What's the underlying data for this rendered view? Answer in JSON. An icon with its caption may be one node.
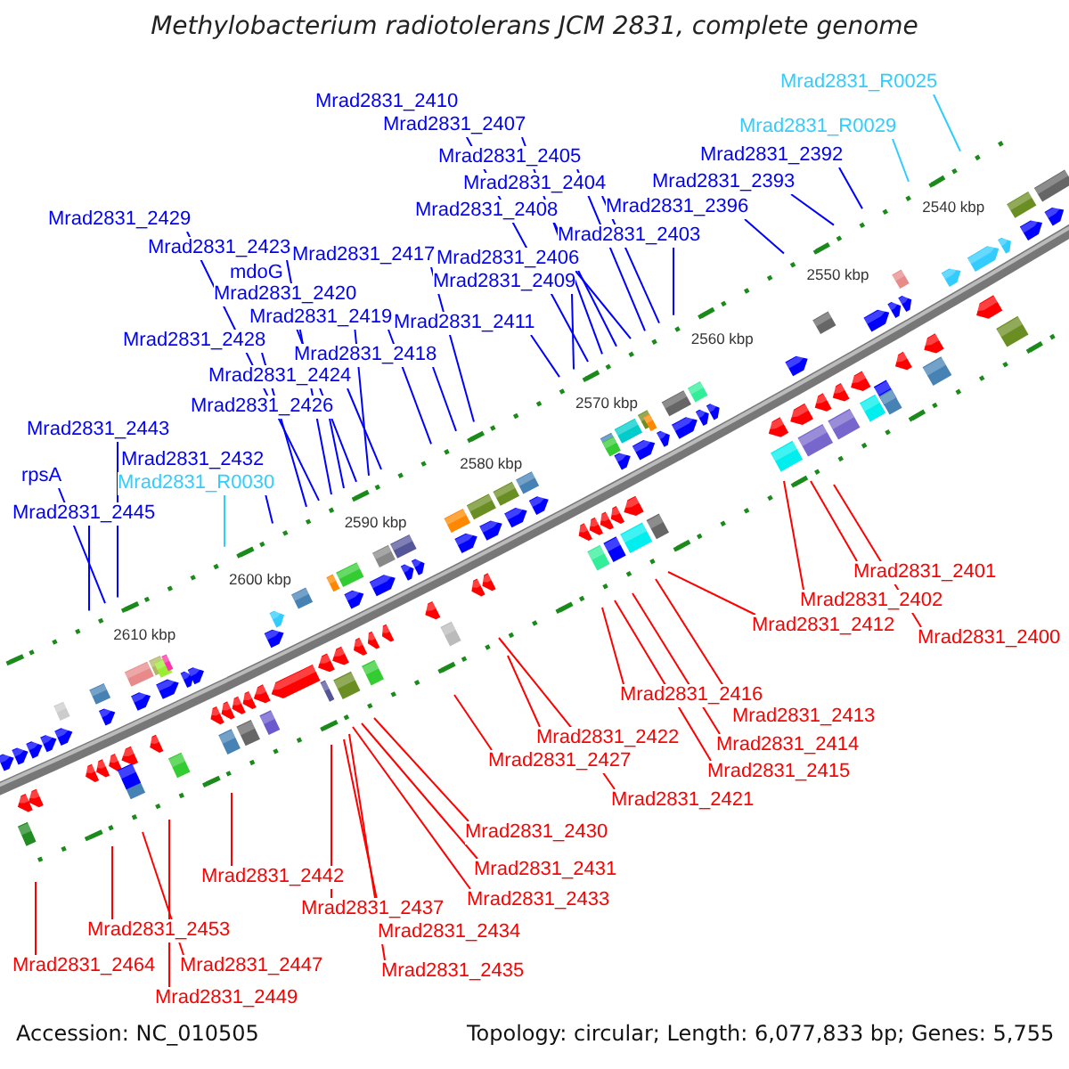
{
  "diagram": {
    "title": "Methylobacterium radiotolerans JCM 2831, complete genome",
    "nodes": [
      {
        "text": [
          "Mrad2831_R0025"
        ]
      },
      {
        "text": [
          "Mrad2831_2410"
        ]
      },
      {
        "text": [
          "Mrad2831_2407"
        ]
      },
      {
        "text": [
          "Mrad2831_R0029"
        ]
      },
      {
        "text": [
          "Mrad2831_2392"
        ]
      },
      {
        "text": [
          "Mrad2831_2405"
        ]
      },
      {
        "text": [
          "Mrad2831_2393"
        ]
      },
      {
        "text": [
          "Mrad2831_2404"
        ]
      },
      {
        "text": [
          "Mrad2831_2396"
        ]
      },
      {
        "text": [
          "Mrad2831_2408"
        ]
      },
      {
        "text": [
          "Mrad2831_2429"
        ]
      },
      {
        "text": [
          "Mrad2831_2403"
        ]
      },
      {
        "text": [
          "Mrad2831_2423"
        ]
      },
      {
        "text": [
          "Mrad2831_2417"
        ]
      },
      {
        "text": [
          "mdoG"
        ]
      },
      {
        "text": [
          "Mrad2831_2406"
        ]
      },
      {
        "text": [
          "Mrad2831_2409"
        ]
      },
      {
        "text": [
          "Mrad2831_2420"
        ]
      },
      {
        "text": [
          "Mrad2831_2419"
        ]
      },
      {
        "text": [
          "Mrad2831_2411"
        ]
      },
      {
        "text": [
          "Mrad2831_2428"
        ]
      },
      {
        "text": [
          "Mrad2831_2418"
        ]
      },
      {
        "text": [
          "Mrad2831_2424"
        ]
      },
      {
        "text": [
          "Mrad2831_2426"
        ]
      },
      {
        "text": [
          "Mrad2831_2443"
        ]
      },
      {
        "text": [
          "Mrad2831_2432"
        ]
      },
      {
        "text": [
          "rpsA"
        ]
      },
      {
        "text": [
          "Mrad2831_R0030"
        ]
      },
      {
        "text": [
          "Mrad2831_2445"
        ]
      },
      {
        "text": [
          "Mrad2831_2401"
        ]
      },
      {
        "text": [
          "Mrad2831_2402"
        ]
      },
      {
        "text": [
          "Mrad2831_2412"
        ]
      },
      {
        "text": [
          "Mrad2831_2400"
        ]
      },
      {
        "text": [
          "Mrad2831_2416"
        ]
      },
      {
        "text": [
          "Mrad2831_2413"
        ]
      },
      {
        "text": [
          "Mrad2831_2422"
        ]
      },
      {
        "text": [
          "Mrad2831_2414"
        ]
      },
      {
        "text": [
          "Mrad2831_2427"
        ]
      },
      {
        "text": [
          "Mrad2831_2415"
        ]
      },
      {
        "text": [
          "Mrad2831_2421"
        ]
      },
      {
        "text": [
          "Mrad2831_2430"
        ]
      },
      {
        "text": [
          "Mrad2831_2431"
        ]
      },
      {
        "text": [
          "Mrad2831_2442"
        ]
      },
      {
        "text": [
          "Mrad2831_2433"
        ]
      },
      {
        "text": [
          "Mrad2831_2437"
        ]
      },
      {
        "text": [
          "Mrad2831_2453"
        ]
      },
      {
        "text": [
          "Mrad2831_2434"
        ]
      },
      {
        "text": [
          "Mrad2831_2464"
        ]
      },
      {
        "text": [
          "Mrad2831_2447"
        ]
      },
      {
        "text": [
          "Mrad2831_2435"
        ]
      },
      {
        "text": [
          "Mrad2831_2449"
        ]
      }
    ],
    "edges": [
      {
        "from": 0,
        "to": null,
        "arrow": "none",
        "color": "#33ccff"
      },
      {
        "from": 1,
        "to": null,
        "arrow": "none"
      },
      {
        "from": 2,
        "to": null,
        "arrow": "none"
      },
      {
        "from": 3,
        "to": null,
        "arrow": "none",
        "color": "#33ccff"
      },
      {
        "from": 4,
        "to": null,
        "arrow": "none"
      },
      {
        "from": 5,
        "to": null,
        "arrow": "none"
      },
      {
        "from": 6,
        "to": null,
        "arrow": "none"
      },
      {
        "from": 7,
        "to": null,
        "arrow": "none"
      },
      {
        "from": 8,
        "to": null,
        "arrow": "none"
      },
      {
        "from": 9,
        "to": null,
        "arrow": "none"
      },
      {
        "from": 10,
        "to": null,
        "arrow": "none"
      },
      {
        "from": 11,
        "to": null,
        "arrow": "none"
      },
      {
        "from": 12,
        "to": null,
        "arrow": "none"
      },
      {
        "from": 13,
        "to": null,
        "arrow": "none"
      },
      {
        "from": 14,
        "to": null,
        "arrow": "none"
      },
      {
        "from": 15,
        "to": null,
        "arrow": "none"
      },
      {
        "from": 16,
        "to": null,
        "arrow": "none"
      },
      {
        "from": 17,
        "to": null,
        "arrow": "none"
      },
      {
        "from": 18,
        "to": null,
        "arrow": "none"
      },
      {
        "from": 19,
        "to": null,
        "arrow": "none"
      },
      {
        "from": 20,
        "to": null,
        "arrow": "none"
      },
      {
        "from": 21,
        "to": null,
        "arrow": "none"
      },
      {
        "from": 22,
        "to": null,
        "arrow": "none"
      },
      {
        "from": 23,
        "to": null,
        "arrow": "none"
      },
      {
        "from": 24,
        "to": null,
        "arrow": "none"
      },
      {
        "from": 25,
        "to": null,
        "arrow": "none"
      },
      {
        "from": 26,
        "to": null,
        "arrow": "none"
      },
      {
        "from": 27,
        "to": null,
        "arrow": "none",
        "color": "#33ccff"
      },
      {
        "from": 28,
        "to": null,
        "arrow": "none"
      },
      {
        "from": 29,
        "to": null,
        "arrow": "none",
        "color": "#ff0000"
      },
      {
        "from": 30,
        "to": null,
        "arrow": "none",
        "color": "#ff0000"
      },
      {
        "from": 31,
        "to": null,
        "arrow": "none",
        "color": "#ff0000"
      },
      {
        "from": 32,
        "to": null,
        "arrow": "none",
        "color": "#ff0000"
      },
      {
        "from": 33,
        "to": null,
        "arrow": "none",
        "color": "#ff0000"
      },
      {
        "from": 34,
        "to": null,
        "arrow": "none",
        "color": "#ff0000"
      },
      {
        "from": 35,
        "to": null,
        "arrow": "none",
        "color": "#ff0000"
      },
      {
        "from": 36,
        "to": null,
        "arrow": "none",
        "color": "#ff0000"
      },
      {
        "from": 37,
        "to": null,
        "arrow": "none",
        "color": "#ff0000"
      },
      {
        "from": 38,
        "to": null,
        "arrow": "none",
        "color": "#ff0000"
      },
      {
        "from": 39,
        "to": null,
        "arrow": "none",
        "color": "#ff0000"
      },
      {
        "from": 40,
        "to": null,
        "arrow": "none",
        "color": "#ff0000"
      },
      {
        "from": 41,
        "to": null,
        "arrow": "none",
        "color": "#ff0000"
      },
      {
        "from": 42,
        "to": null,
        "arrow": "none",
        "color": "#ff0000"
      },
      {
        "from": 43,
        "to": null,
        "arrow": "none",
        "color": "#ff0000"
      },
      {
        "from": 44,
        "to": null,
        "arrow": "none",
        "color": "#ff0000"
      },
      {
        "from": 45,
        "to": null,
        "arrow": "none",
        "color": "#ff0000"
      },
      {
        "from": 46,
        "to": null,
        "arrow": "none",
        "color": "#ff0000"
      },
      {
        "from": 47,
        "to": null,
        "arrow": "none",
        "color": "#ff0000"
      },
      {
        "from": 48,
        "to": null,
        "arrow": "none",
        "color": "#ff0000"
      },
      {
        "from": 49,
        "to": null,
        "arrow": "none",
        "color": "#ff0000"
      },
      {
        "from": 50,
        "to": null,
        "arrow": "none",
        "color": "#ff0000"
      }
    ],
    "labels": [
      "2540 kbp",
      "2550 kbp",
      "2560 kbp",
      "2570 kbp",
      "2580 kbp",
      "2590 kbp",
      "2600 kbp",
      "2610 kbp",
      "Accession: NC_010505",
      "Topology: circular; Length: 6,077,833 bp; Genes: 5,755"
    ]
  }
}
